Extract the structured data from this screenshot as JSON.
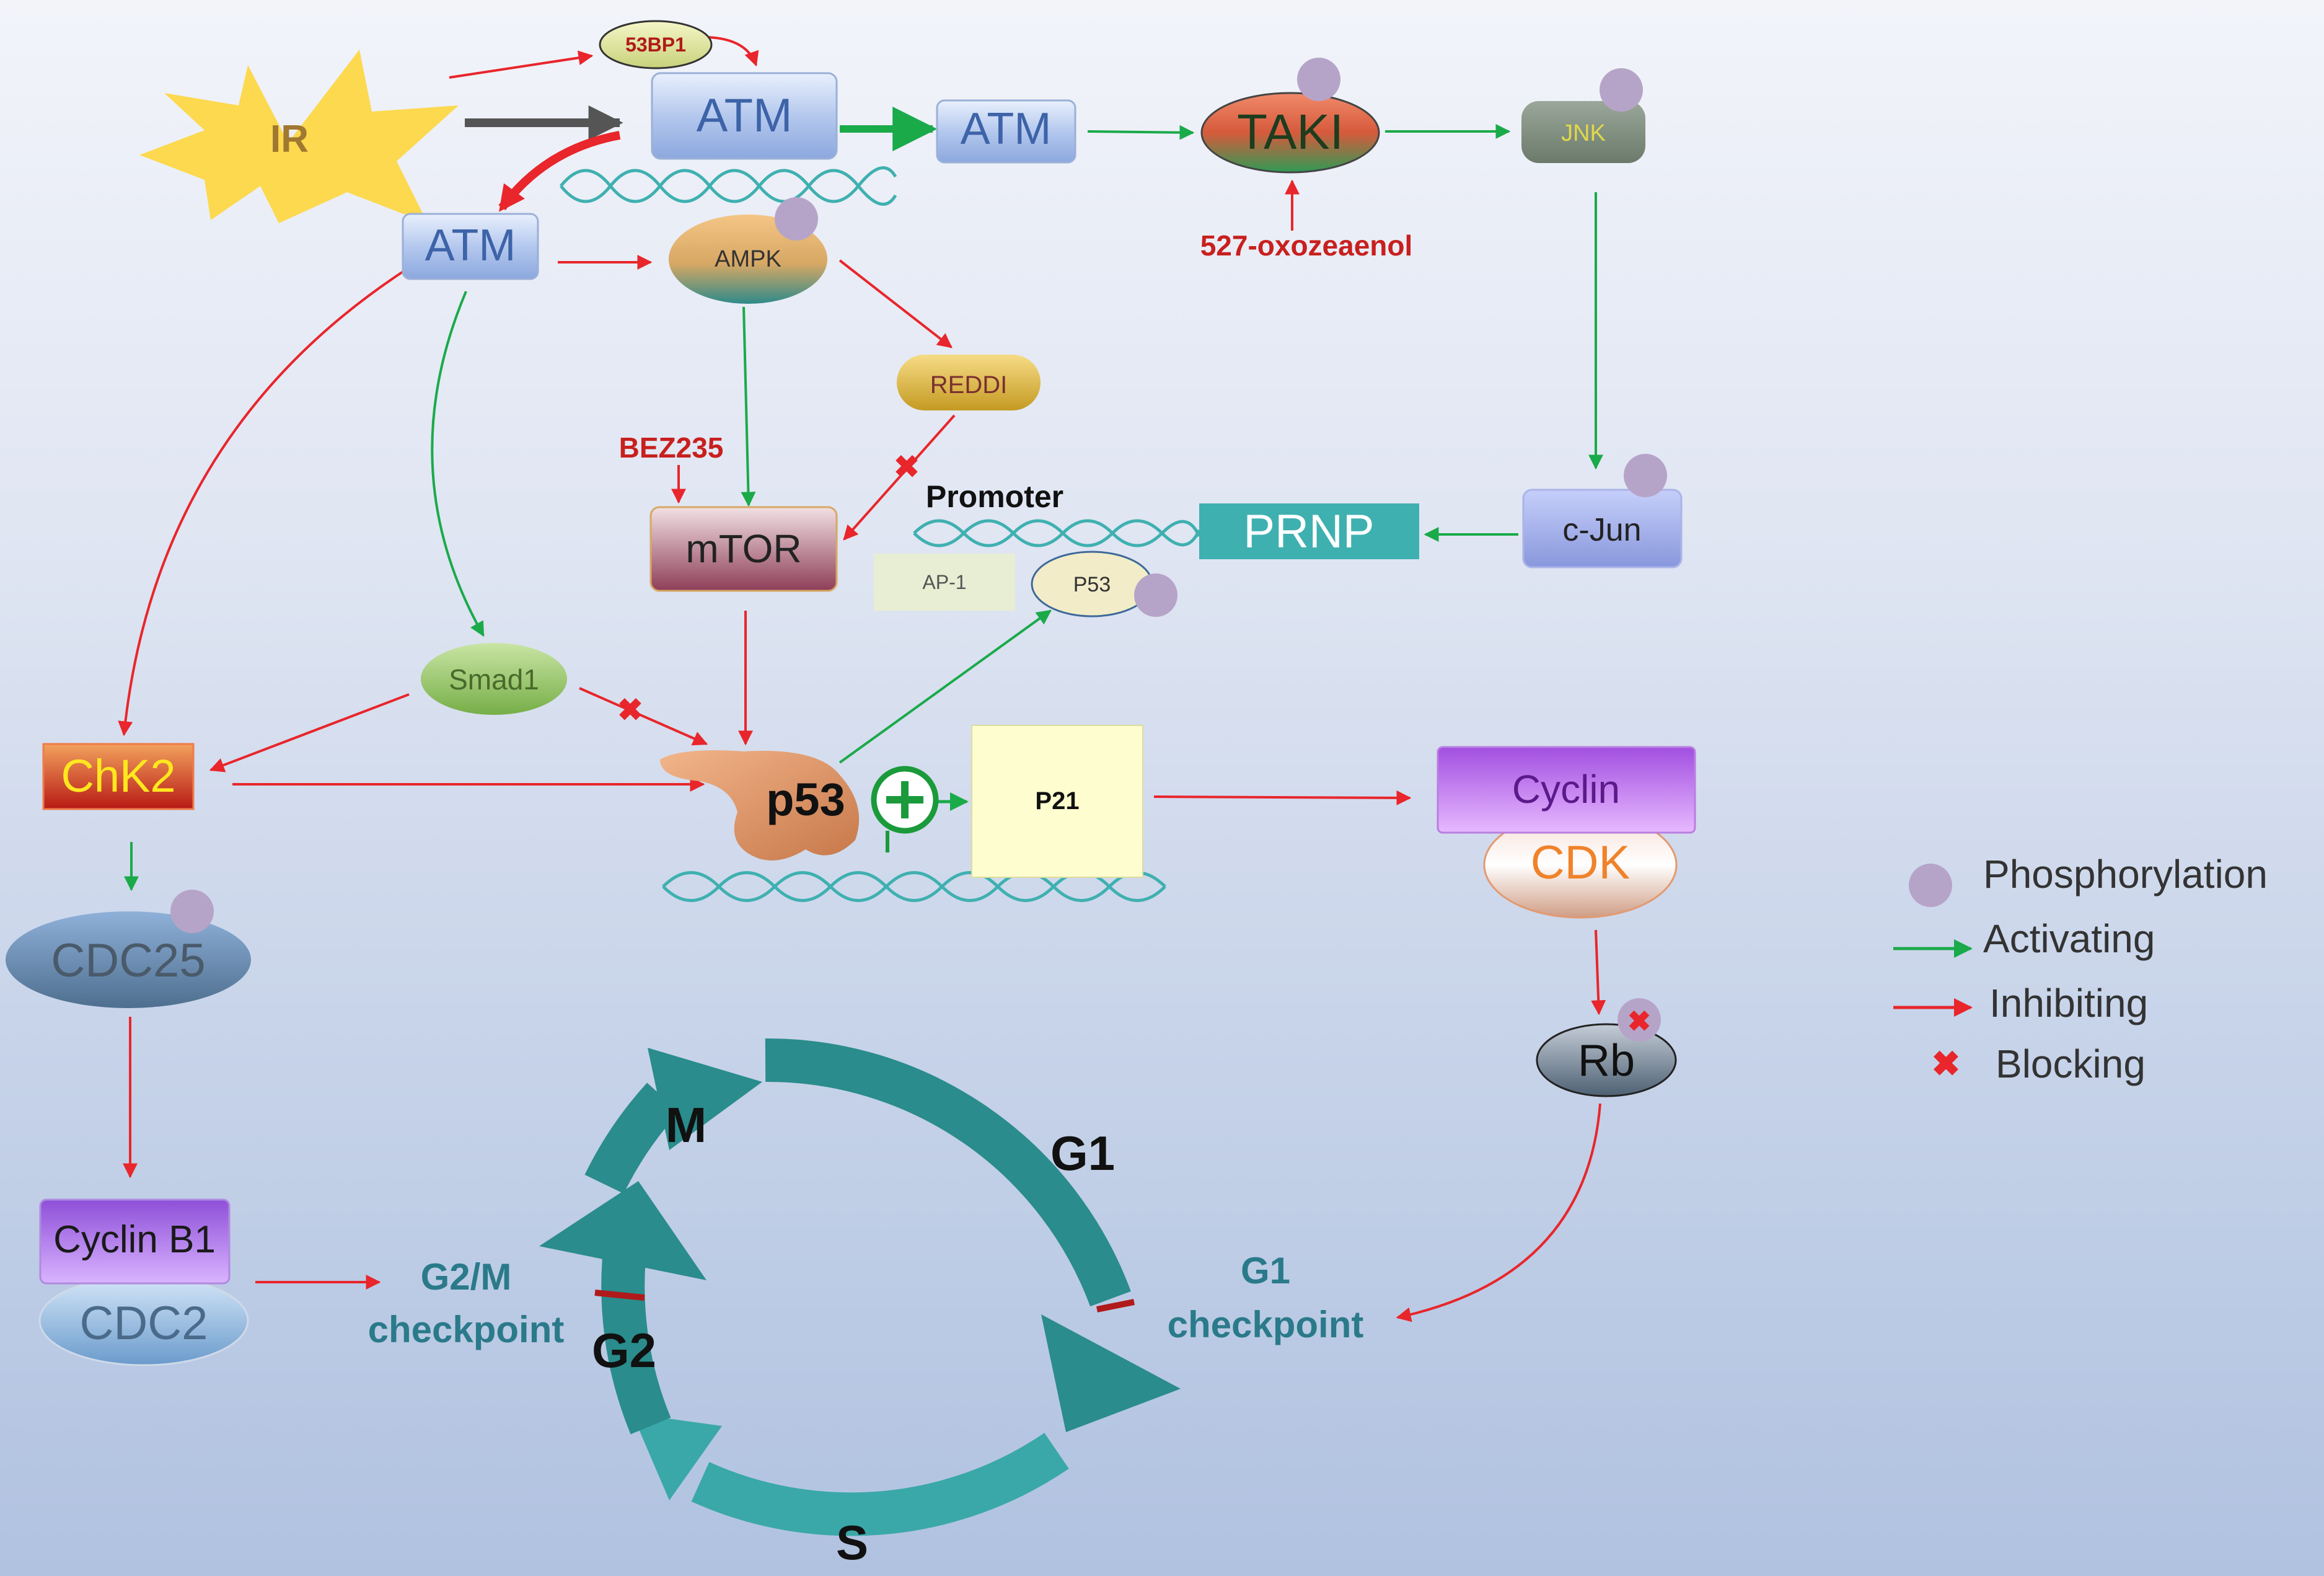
{
  "nodes": {
    "ir": "IR",
    "bp53": "53BP1",
    "atm_top": "ATM",
    "atm_right": "ATM",
    "atm_left": "ATM",
    "taki": "TAKI",
    "oxo": "527-oxozeaenol",
    "jnk": "JNK",
    "ampk": "AMPK",
    "reddi": "REDDI",
    "bez": "BEZ235",
    "mtor": "mTOR",
    "promoter": "Promoter",
    "prnp": "PRNP",
    "cjun": "c-Jun",
    "ap1": "AP-1",
    "p53_small": "P53",
    "smad1": "Smad1",
    "chk2": "ChK2",
    "p53": "p53",
    "p21": "P21",
    "cyclin": "Cyclin",
    "cdk": "CDK",
    "cdc25": "CDC25",
    "rb": "Rb",
    "cyclinb1": "Cyclin B1",
    "cdc2": "CDC2",
    "g2m_line1": "G2/M",
    "g2m_line2": "checkpoint",
    "g1cp_line1": "G1",
    "g1cp_line2": "checkpoint"
  },
  "cycle": {
    "m": "M",
    "g1": "G1",
    "s": "S",
    "g2": "G2"
  },
  "legend": {
    "phosphorylation": "Phosphorylation",
    "activating": "Activating",
    "inhibiting": "Inhibiting",
    "blocking": "Blocking"
  },
  "colors": {
    "activating": "#1aaa4a",
    "inhibiting": "#e8262b",
    "phospho": "#b6a4c8",
    "dna": "#3fb0b0",
    "cycle": "#2a8c8c"
  }
}
